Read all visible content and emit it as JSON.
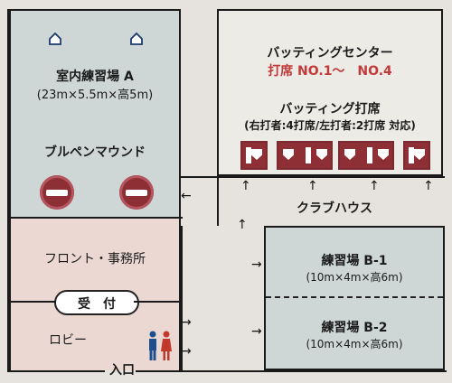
{
  "room_a": {
    "title": "室内練習場 A",
    "size": "(23m×5.5m×高5m)",
    "mound_label": "ブルペンマウンド"
  },
  "batting_center": {
    "title": "バッティングセンター",
    "booths_label": "打席 NO.1～　NO.4",
    "stance_title": "バッティング打席",
    "stance_detail": "(右打者:4打席/左打者:2打席 対応)"
  },
  "club_house": "クラブハウス",
  "room_b1": {
    "title": "練習場 B-1",
    "size": "(10m×4m×高6m)"
  },
  "room_b2": {
    "title": "練習場 B-2",
    "size": "(10m×4m×高6m)"
  },
  "front_desk": "フロント・事務所",
  "reception": "受　付",
  "lobby": "ロビー",
  "entrance": "入口",
  "colors": {
    "room_a": "#cfd6d6",
    "batting_center": "#ecebe6",
    "room_b": "#cfd6d6",
    "front": "#ebd8d2",
    "lobby": "#ebd8d2",
    "mound": "#8e2f35"
  }
}
